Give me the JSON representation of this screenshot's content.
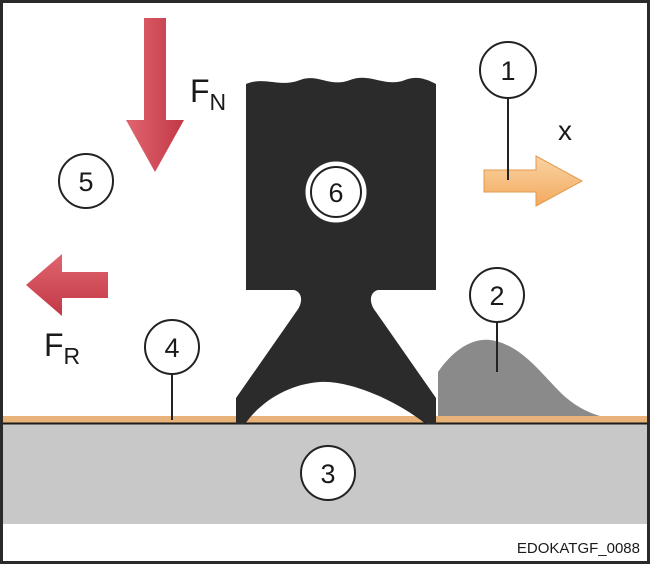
{
  "labels": {
    "normal_force": "F",
    "normal_force_sub": "N",
    "friction_force": "F",
    "friction_force_sub": "R",
    "direction": "x"
  },
  "callouts": {
    "c1": "1",
    "c2": "2",
    "c3": "3",
    "c4": "4",
    "c5": "5",
    "c6": "6"
  },
  "image_id": "EDOKATGF_0088",
  "colors": {
    "frame": "#2a2a2a",
    "force_arrow": "#c9404c",
    "force_arrow_light": "#e06570",
    "motion_arrow": "#f6bd7a",
    "wiper_body": "#2b2b2b",
    "debris": "#8a8a8a",
    "film": "#e8b279",
    "substrate": "#c8c8c8",
    "circle_fill": "#ffffff",
    "circle_stroke": "#222222"
  }
}
